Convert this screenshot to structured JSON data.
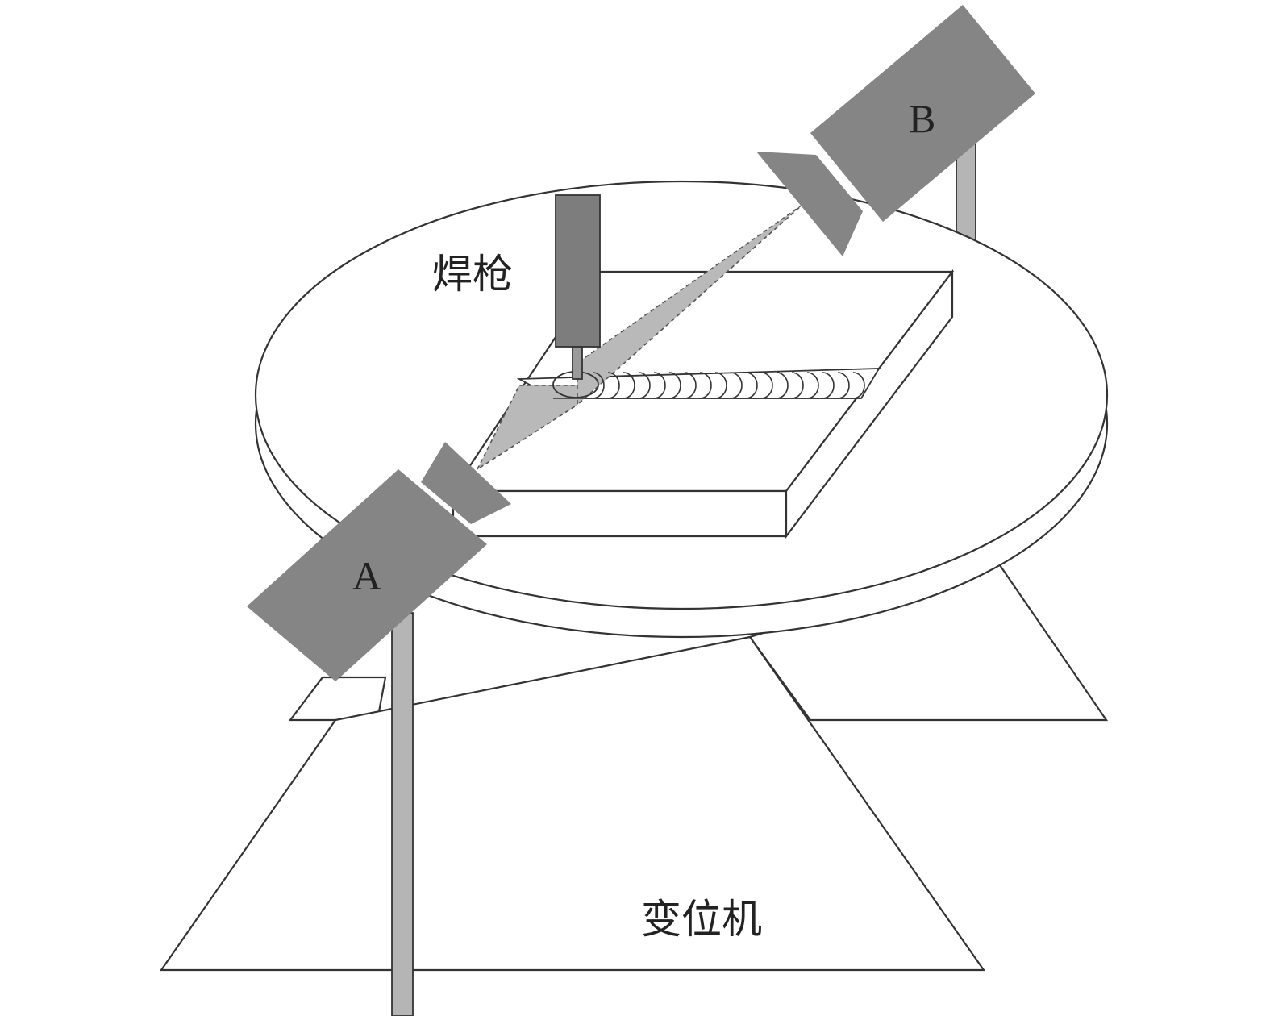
{
  "labels": {
    "camera_a": "A",
    "camera_b": "B",
    "torch": "焊枪",
    "positioner": "变位机"
  },
  "colors": {
    "camera": "#858585",
    "torch": "#7d7d7d",
    "field_of_view": "#b9b9b9",
    "stand": "#b5b5b5",
    "outline": "#333333",
    "background": "#ffffff"
  },
  "icons": {
    "camera": "video-camera-icon",
    "torch": "welding-torch-icon"
  }
}
